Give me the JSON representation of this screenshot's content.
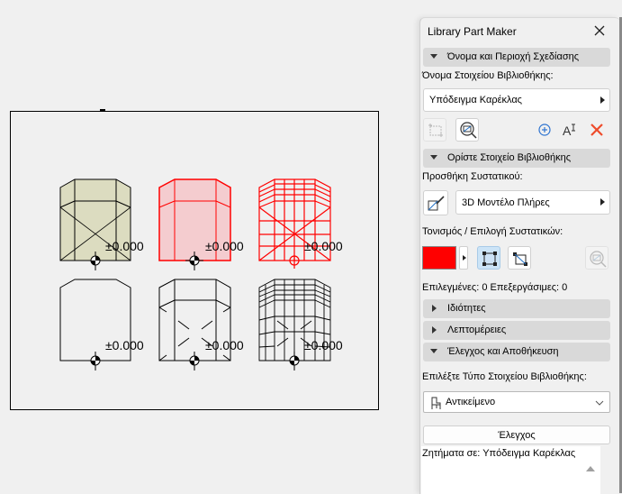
{
  "window": {
    "title": "Library Part Maker",
    "close_icon": "close-icon"
  },
  "sections": {
    "name_and_area": {
      "title": "Όνομα και Περιοχή Σχεδίασης",
      "expanded": true,
      "name_label": "Όνομα Στοιχείου Βιβλιοθήκης:",
      "name_value": "Υπόδειγμα Καρέκλας",
      "tools": [
        "marquee-icon",
        "zoom-preview-icon",
        "add-circle-icon",
        "text-cursor-icon",
        "delete-icon"
      ]
    },
    "define_part": {
      "title": "Ορίστε Στοιχείο Βιβλιοθήκης",
      "expanded": true,
      "add_component_label": "Προσθήκη Συστατικού:",
      "add_component_value": "3D Μοντέλο Πλήρες",
      "highlight_label": "Τονισμός / Επιλογή Συστατικών:",
      "highlight_color": "#ff0000",
      "status": "Επιλεγμένες: 0 Επεξεργάσιμες: 0"
    },
    "properties": {
      "title": "Ιδιότητες",
      "expanded": false
    },
    "details": {
      "title": "Λεπτομέρειες",
      "expanded": false
    },
    "check_save": {
      "title": "Έλεγχος και Αποθήκευση",
      "expanded": true,
      "type_label": "Επιλέξτε Τύπο Στοιχείου Βιβλιοθήκης:",
      "type_value": "Αντικείμενο",
      "check_button": "Έλεγχος",
      "issues_text": "Ζητήματα σε: Υπόδειγμα Καρέκλας"
    }
  },
  "drawing": {
    "elevation_labels": [
      "±0.000",
      "±0.000",
      "±0.000",
      "±0.000",
      "±0.000",
      "±0.000"
    ],
    "accent_color": "#ff0000",
    "fill_color": "#dcdcc0",
    "highlight_fill": "#f4cccf"
  }
}
